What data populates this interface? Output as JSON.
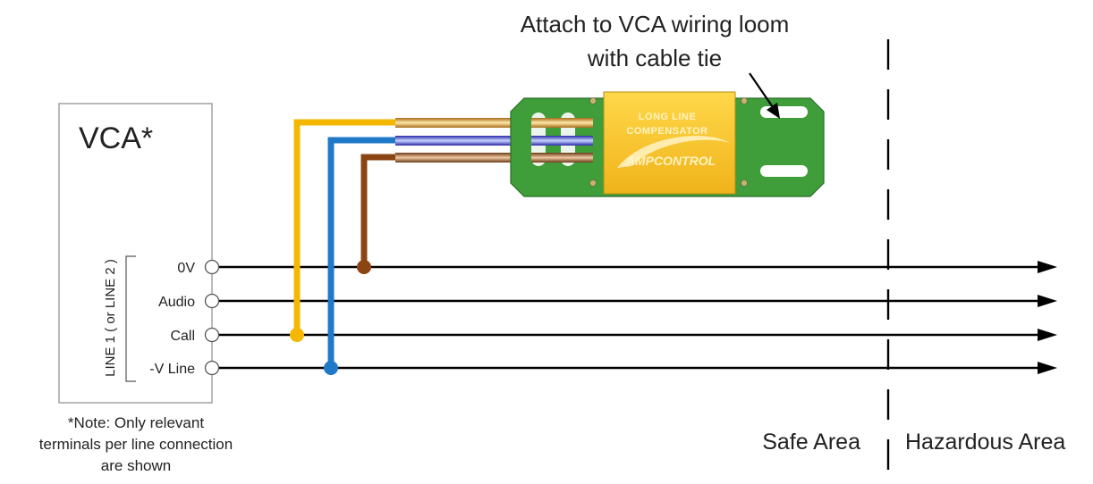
{
  "colors": {
    "line": "#000000",
    "yellow_wire": "#f5b800",
    "blue_wire": "#1f78c8",
    "brown_wire": "#8b4513",
    "pcb_green": "#3f9d3a",
    "module_body": "#f6c22c",
    "module_text": "#fff3c4"
  },
  "vca": {
    "title": "VCA*",
    "line_group_label": "LINE 1 ( or LINE 2 )",
    "terminals": [
      "0V",
      "Audio",
      "Call",
      "-V Line"
    ],
    "note_lines": [
      "*Note: Only relevant",
      "terminals per line connection",
      "are shown"
    ]
  },
  "module": {
    "title_line1": "LONG LINE",
    "title_line2": "COMPENSATOR",
    "brand": "AMPCONTROL"
  },
  "callout": {
    "line1": "Attach to VCA wiring loom",
    "line2": "with cable tie"
  },
  "areas": {
    "safe": "Safe Area",
    "hazardous": "Hazardous Area"
  }
}
